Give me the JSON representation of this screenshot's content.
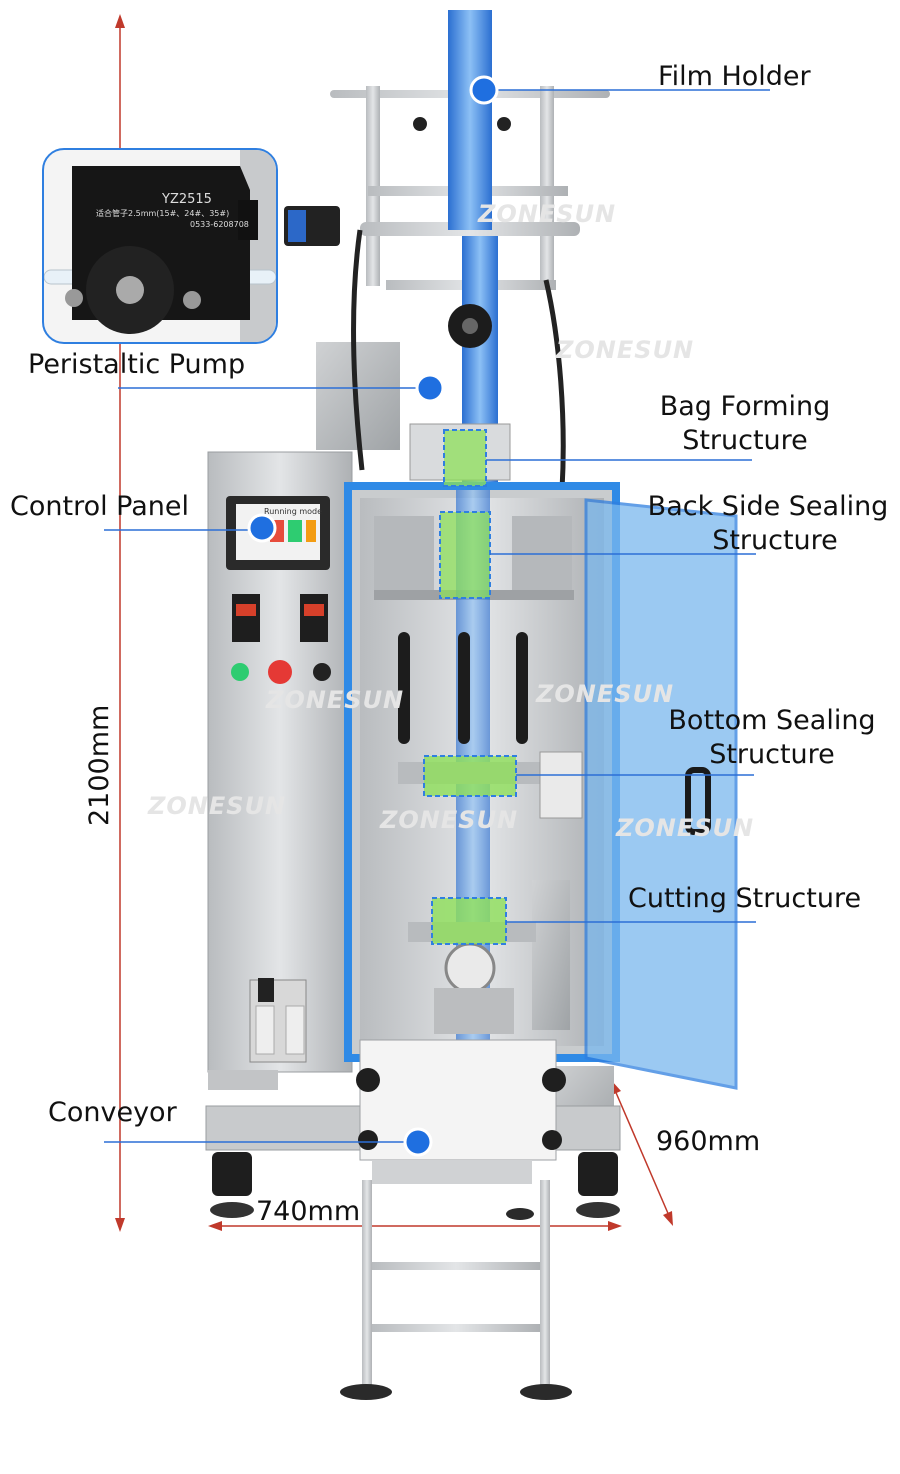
{
  "labels": {
    "film_holder": "Film Holder",
    "peristaltic_pump": "Peristaltic Pump",
    "bag_forming_l1": "Bag Forming",
    "bag_forming_l2": "Structure",
    "control_panel": "Control Panel",
    "back_sealing_l1": "Back Side Sealing",
    "back_sealing_l2": "Structure",
    "bottom_sealing_l1": "Bottom Sealing",
    "bottom_sealing_l2": "Structure",
    "cutting": "Cutting Structure",
    "conveyor": "Conveyor"
  },
  "dimensions": {
    "height": "2100mm",
    "width": "740mm",
    "depth": "960mm"
  },
  "pump": {
    "model": "YZ2515",
    "spec": "适合管子2.5mm(15#、24#、35#)",
    "phone": "0533-6208708"
  },
  "watermark": "ZONESUN",
  "screen_title": "Running mode",
  "colors": {
    "accent_blue": "#2f7fe0",
    "leader_line": "#2c6fd6",
    "dim_red": "#c0392b",
    "highlight_green": "#8ee05a",
    "door_blue": "#6aaee8"
  }
}
